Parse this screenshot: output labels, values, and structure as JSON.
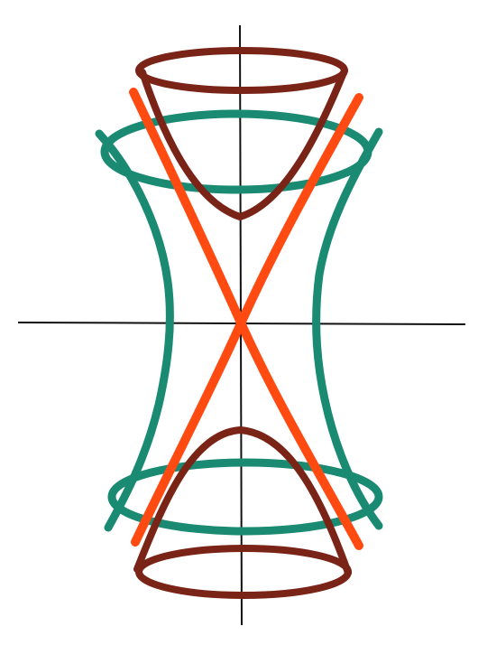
{
  "diagram": {
    "colors": {
      "background": "#ffffff",
      "axes": "#111111",
      "hyperboloid_one_sheet": "#1a8a73",
      "cone": "#ff4a12",
      "hyperboloid_two_sheets": "#7a2417"
    },
    "shapes": [
      "coordinate-axes",
      "hyperboloid-of-one-sheet",
      "double-cone",
      "hyperboloid-of-two-sheets"
    ]
  }
}
